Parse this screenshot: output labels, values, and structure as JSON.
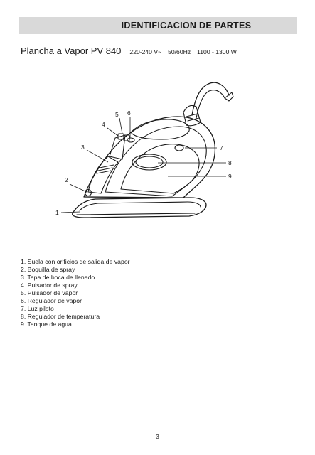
{
  "header": {
    "title": "IDENTIFICACION DE PARTES"
  },
  "product": {
    "name": "Plancha a Vapor PV 840",
    "voltage": "220-240 V~",
    "frequency": "50/60Hz",
    "power": "1100 - 1300 W"
  },
  "callouts": [
    "1",
    "2",
    "3",
    "4",
    "5",
    "6",
    "7",
    "8",
    "9"
  ],
  "parts": [
    "1. Suela con orificios de salida de vapor",
    "2. Boquilla de spray",
    "3. Tapa de boca de llenado",
    "4. Pulsador de spray",
    "5. Pulsador de vapor",
    "6. Regulador de vapor",
    "7. Luz piloto",
    "8. Regulador de temperatura",
    "9. Tanque de agua"
  ],
  "page_number": "3"
}
